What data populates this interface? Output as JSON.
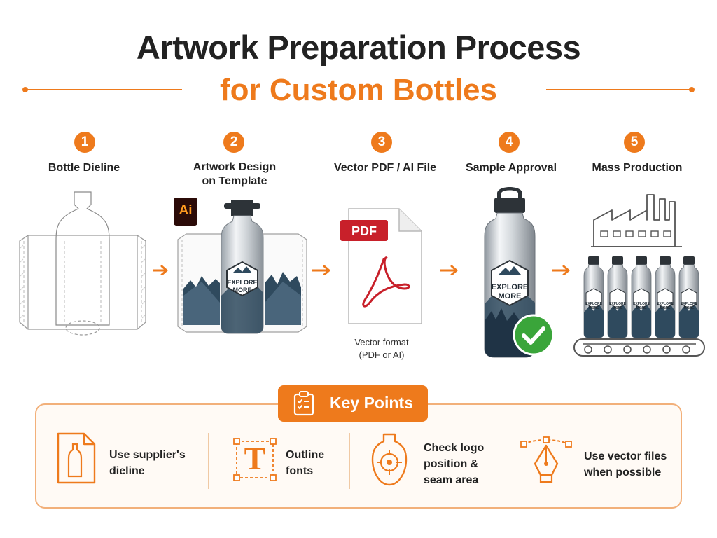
{
  "header": {
    "title": "Artwork Preparation Process",
    "subtitle": "for Custom Bottles"
  },
  "colors": {
    "accent": "#ee7a1c",
    "text": "#222222",
    "success": "#3aa53a",
    "pdf_red": "#c8202a"
  },
  "steps": [
    {
      "number": "1",
      "label": "Bottle Dieline"
    },
    {
      "number": "2",
      "label": "Artwork Design\non Template",
      "badge": "Ai",
      "bottle_text": "EXPLORE\nMORE"
    },
    {
      "number": "3",
      "label": "Vector PDF / AI File",
      "badge": "PDF",
      "caption": "Vector format\n(PDF or AI)"
    },
    {
      "number": "4",
      "label": "Sample Approval",
      "bottle_text": "EXPLORE\nMORE"
    },
    {
      "number": "5",
      "label": "Mass Production",
      "bottle_text": "EXPLORE\nMORE"
    }
  ],
  "key_points": {
    "title": "Key Points",
    "items": [
      {
        "icon": "dieline-document-icon",
        "text": "Use supplier's\ndieline"
      },
      {
        "icon": "outline-font-icon",
        "text": "Outline\nfonts",
        "glyph": "T"
      },
      {
        "icon": "logo-position-icon",
        "text": "Check logo\nposition &\nseam area"
      },
      {
        "icon": "pen-tool-icon",
        "text": "Use vector files\nwhen possible"
      }
    ]
  }
}
